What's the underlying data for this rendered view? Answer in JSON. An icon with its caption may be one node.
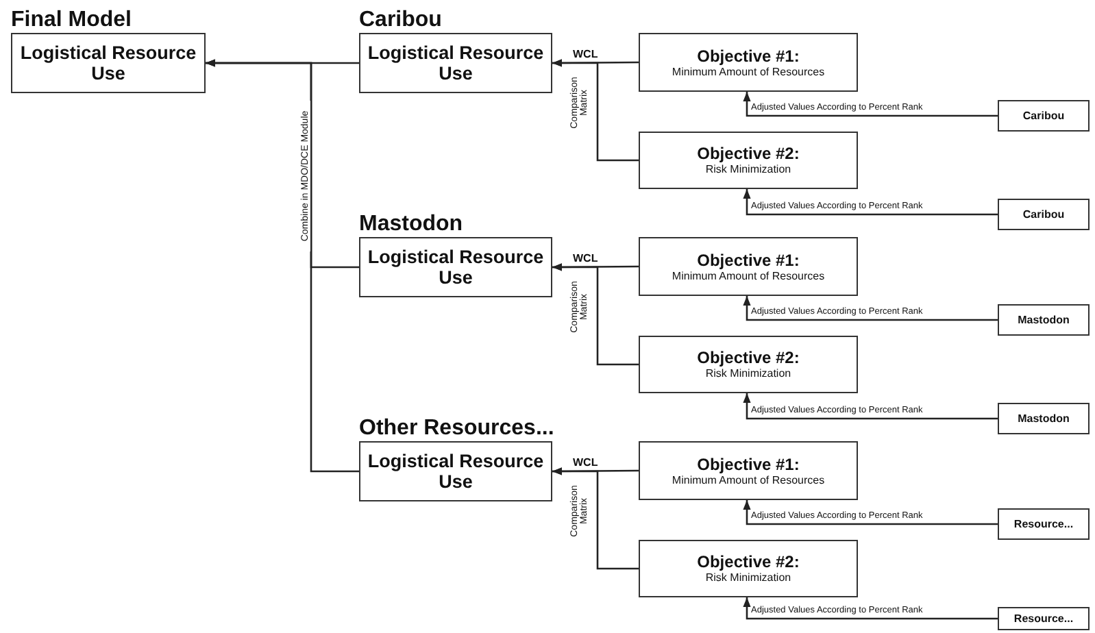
{
  "diagram": {
    "nodes": [
      {
        "text": [
          "Final Model",
          "Logistical Resource Use"
        ]
      },
      {
        "text": [
          "Caribou",
          "Logistical Resource Use"
        ]
      },
      {
        "text": [
          "Objective #1:",
          "Minimum Amount of Resources"
        ]
      },
      {
        "text": [
          "Caribou"
        ]
      },
      {
        "text": [
          "Objective #2:",
          "Risk Minimization"
        ]
      },
      {
        "text": [
          "Caribou"
        ]
      },
      {
        "text": [
          "Mastodon",
          "Logistical Resource Use"
        ]
      },
      {
        "text": [
          "Objective #1:",
          "Minimum Amount of Resources"
        ]
      },
      {
        "text": [
          "Mastodon"
        ]
      },
      {
        "text": [
          "Objective #2:",
          "Risk Minimization"
        ]
      },
      {
        "text": [
          "Mastodon"
        ]
      },
      {
        "text": [
          "Other Resources...",
          "Logistical Resource Use"
        ]
      },
      {
        "text": [
          "Objective #1:",
          "Minimum Amount of Resources"
        ]
      },
      {
        "text": [
          "Resource..."
        ]
      },
      {
        "text": [
          "Objective #2:",
          "Risk Minimization"
        ]
      },
      {
        "text": [
          "Resource..."
        ]
      }
    ],
    "edges": [
      {
        "from": 1,
        "to": 0,
        "arrow": "to"
      },
      {
        "from": 2,
        "to": 1,
        "arrow": "to",
        "label": "WCL"
      },
      {
        "from": 4,
        "to": 1,
        "arrow": "to",
        "label": "Comparison Matrix"
      },
      {
        "from": 3,
        "to": 2,
        "arrow": "to",
        "label": "Adjusted Values According to Percent Rank"
      },
      {
        "from": 5,
        "to": 4,
        "arrow": "to",
        "label": "Adjusted Values According to Percent Rank"
      },
      {
        "from": 6,
        "to": 0,
        "arrow": "to"
      },
      {
        "from": 7,
        "to": 6,
        "arrow": "to",
        "label": "WCL"
      },
      {
        "from": 9,
        "to": 6,
        "arrow": "to",
        "label": "Comparison Matrix"
      },
      {
        "from": 8,
        "to": 7,
        "arrow": "to",
        "label": "Adjusted Values According to Percent Rank"
      },
      {
        "from": 10,
        "to": 9,
        "arrow": "to",
        "label": "Adjusted Values According to Percent Rank"
      },
      {
        "from": 11,
        "to": 0,
        "arrow": "to"
      },
      {
        "from": 12,
        "to": 11,
        "arrow": "to",
        "label": "WCL"
      },
      {
        "from": 14,
        "to": 11,
        "arrow": "to",
        "label": "Comparison Matrix"
      },
      {
        "from": 13,
        "to": 12,
        "arrow": "to",
        "label": "Adjusted Values According to Percent Rank"
      },
      {
        "from": 15,
        "to": 14,
        "arrow": "to",
        "label": "Adjusted Values According to Percent Rank"
      }
    ],
    "labels": [
      "Combine in MDO/DCE Module"
    ]
  }
}
